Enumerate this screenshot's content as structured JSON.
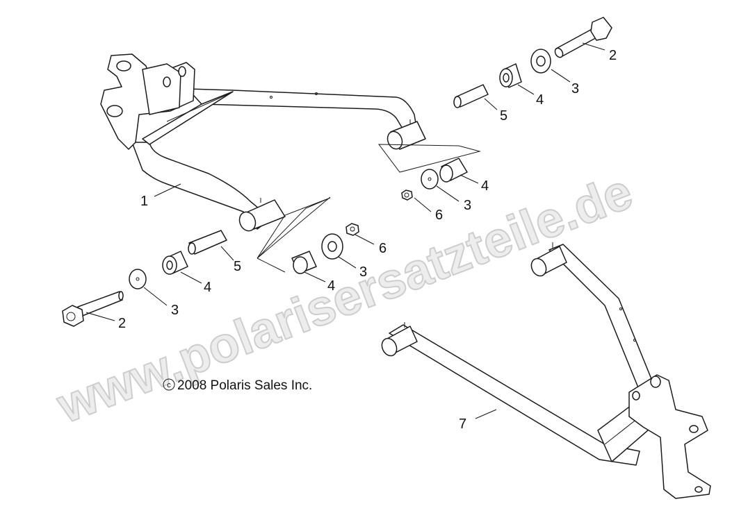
{
  "callouts": {
    "c1": "1",
    "c2a": "2",
    "c3a": "3",
    "c4a": "4",
    "c5a": "5",
    "c4b": "4",
    "c3b": "3",
    "c6a": "6",
    "c5b": "5",
    "c4c": "4",
    "c3c": "3",
    "c2b": "2",
    "c4d": "4",
    "c3d": "3",
    "c6b": "6",
    "c7": "7"
  },
  "copyright": "2008 Polaris Sales Inc.",
  "copyright_symbol": "c",
  "watermark": "www.polarisersatzteile.de"
}
